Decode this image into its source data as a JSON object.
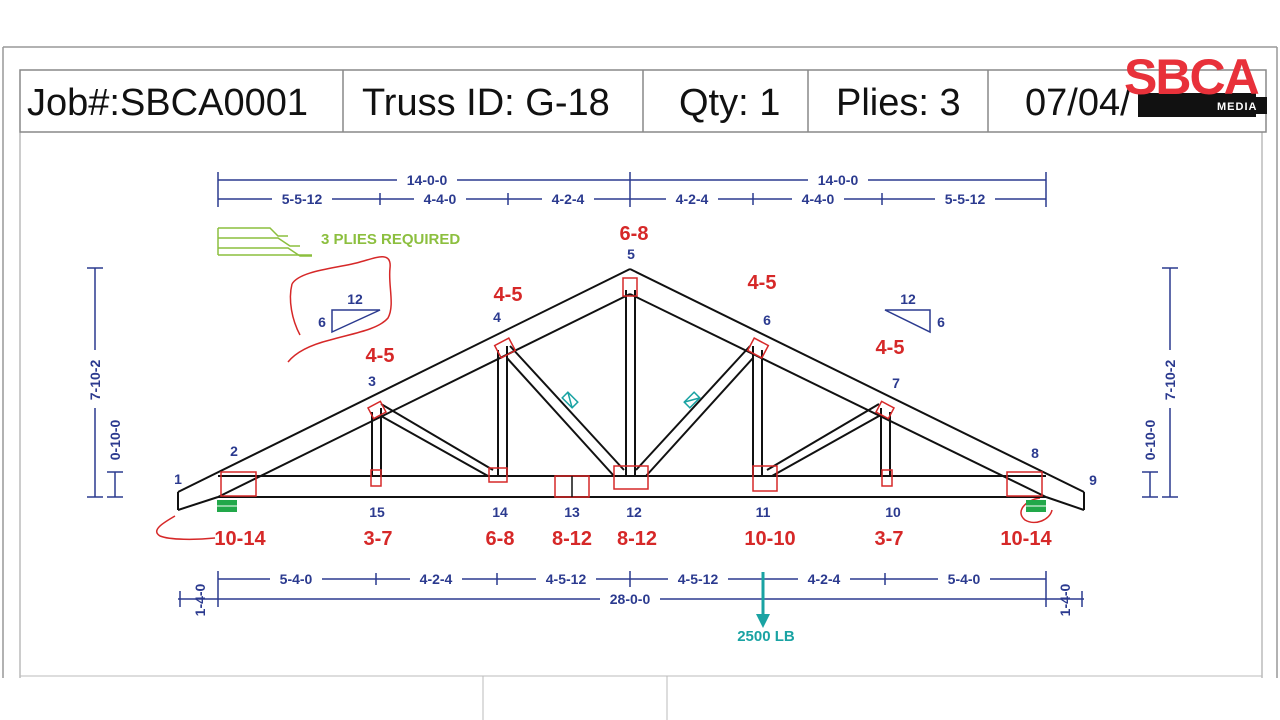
{
  "header": {
    "job": "Job#:SBCA0001",
    "truss_id": "Truss ID: G-18",
    "qty": "Qty: 1",
    "plies": "Plies: 3",
    "date": "07/04/"
  },
  "logo": {
    "brand": "SBCA",
    "sub": "MEDIA"
  },
  "dimensions": {
    "top_overall": [
      "14-0-0",
      "14-0-0"
    ],
    "top_panels": [
      "5-5-12",
      "4-4-0",
      "4-2-4",
      "4-2-4",
      "4-4-0",
      "5-5-12"
    ],
    "bottom_panels": [
      "5-4-0",
      "4-2-4",
      "4-5-12",
      "4-5-12",
      "4-2-4",
      "5-4-0"
    ],
    "bottom_overall": "28-0-0",
    "overhang_left": "1-4-0",
    "overhang_right": "1-4-0",
    "height_left": "7-10-2",
    "heel_left": "0-10-0",
    "height_right": "7-10-2",
    "heel_right": "0-10-0"
  },
  "plies_note": "3 PLIES REQUIRED",
  "pitch": {
    "left_run": "12",
    "left_rise": "6",
    "right_run": "12",
    "right_rise": "6"
  },
  "nodes_top": [
    "1",
    "2",
    "3",
    "4",
    "5",
    "6",
    "7",
    "8",
    "9"
  ],
  "nodes_bottom": [
    "15",
    "14",
    "13",
    "12",
    "11",
    "10"
  ],
  "plates_top": [
    "6-8",
    "4-5",
    "4-5",
    "4-5",
    "4-5"
  ],
  "plates_bottom": [
    "10-14",
    "3-7",
    "6-8",
    "8-12",
    "8-12",
    "10-10",
    "3-7",
    "10-14"
  ],
  "load": "2500 LB",
  "colors": {
    "member": "#111111",
    "dimension": "#2b3a8f",
    "plate": "#d62828",
    "note": "#8cbf3f",
    "load": "#1aa3a3",
    "bearing": "#22a84a",
    "logo": "#e8313a"
  }
}
